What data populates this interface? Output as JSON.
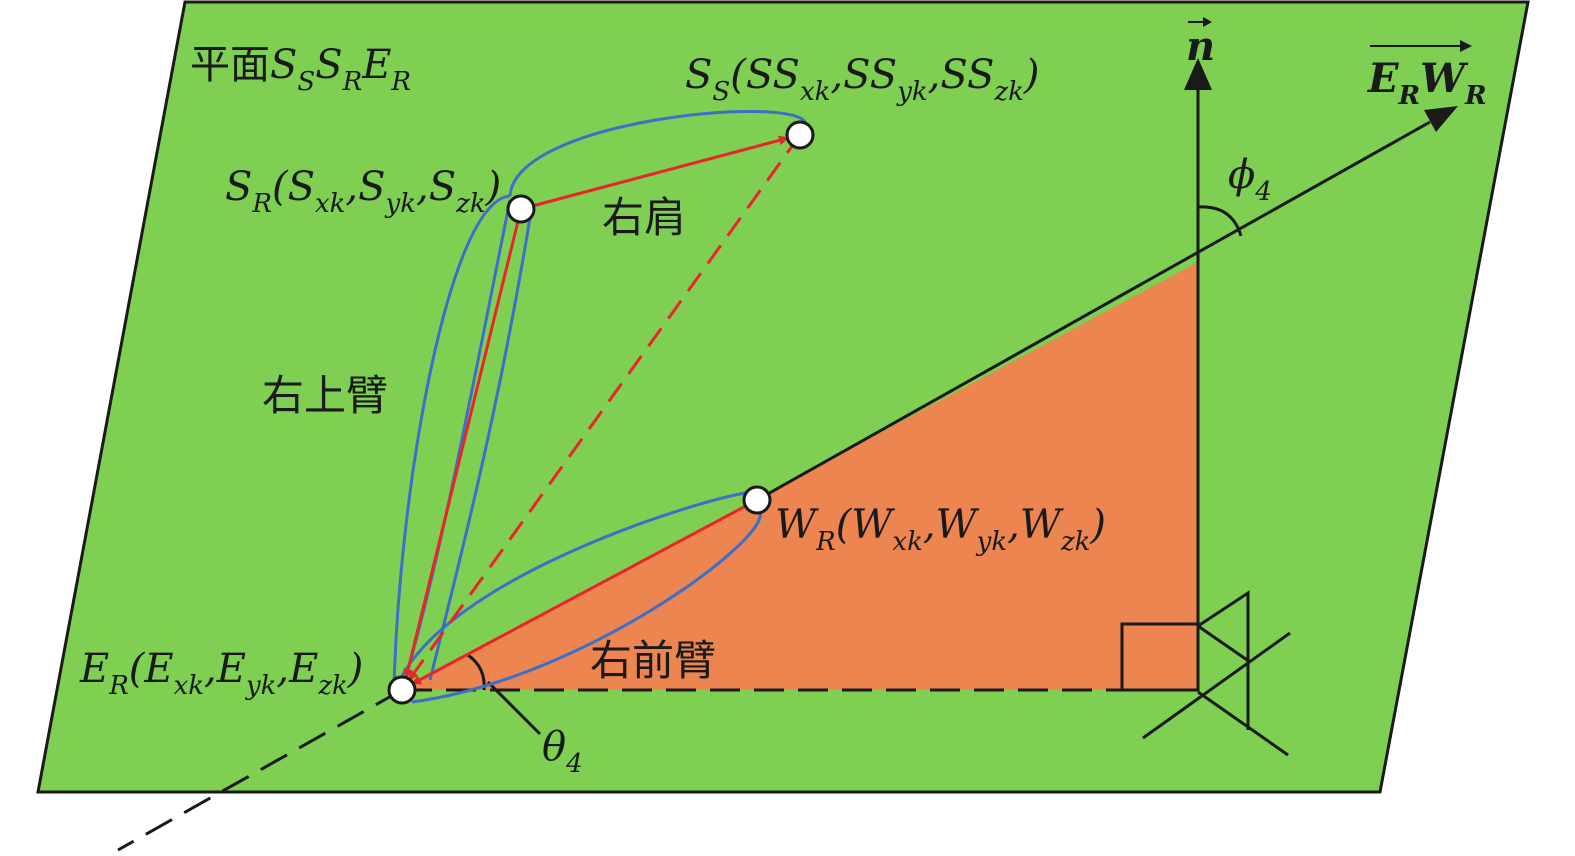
{
  "colors": {
    "plane": "#7ecf52",
    "triangle": "#ec8550",
    "red": "#e8262a",
    "blue": "#3d6fc8",
    "line": "#1a1a1a"
  },
  "labels": {
    "plane": [
      {
        "t": "平面",
        "cjk": true
      },
      {
        "t": "S"
      },
      {
        "t": "S",
        "sub": true
      },
      {
        "t": "S"
      },
      {
        "t": "R",
        "sub": true
      },
      {
        "t": "E"
      },
      {
        "t": "R",
        "sub": true
      }
    ],
    "ss": [
      {
        "t": "S"
      },
      {
        "t": "S",
        "sub": true
      },
      {
        "t": "(SS"
      },
      {
        "t": "xk",
        "sub": true
      },
      {
        "t": ",SS"
      },
      {
        "t": "yk",
        "sub": true
      },
      {
        "t": ",SS"
      },
      {
        "t": "zk",
        "sub": true
      },
      {
        "t": ")"
      }
    ],
    "sr": [
      {
        "t": "S"
      },
      {
        "t": "R",
        "sub": true
      },
      {
        "t": "(S"
      },
      {
        "t": "xk",
        "sub": true
      },
      {
        "t": ",S"
      },
      {
        "t": "yk",
        "sub": true
      },
      {
        "t": ",S"
      },
      {
        "t": "zk",
        "sub": true
      },
      {
        "t": ")"
      }
    ],
    "wr": [
      {
        "t": "W"
      },
      {
        "t": "R",
        "sub": true
      },
      {
        "t": "(W"
      },
      {
        "t": "xk",
        "sub": true
      },
      {
        "t": ",W"
      },
      {
        "t": "yk",
        "sub": true
      },
      {
        "t": ",W"
      },
      {
        "t": "zk",
        "sub": true
      },
      {
        "t": ")"
      }
    ],
    "er": [
      {
        "t": "E"
      },
      {
        "t": "R",
        "sub": true
      },
      {
        "t": "(E"
      },
      {
        "t": "xk",
        "sub": true
      },
      {
        "t": ",E"
      },
      {
        "t": "yk",
        "sub": true
      },
      {
        "t": ",E"
      },
      {
        "t": "zk",
        "sub": true
      },
      {
        "t": ")"
      }
    ],
    "n": [
      {
        "t": "n"
      }
    ],
    "erwr": [
      {
        "t": "E"
      },
      {
        "t": "R",
        "sub": true
      },
      {
        "t": "W"
      },
      {
        "t": "R",
        "sub": true
      }
    ],
    "phi": [
      {
        "t": "ϕ"
      },
      {
        "t": "4",
        "sub": true
      }
    ],
    "theta": [
      {
        "t": "θ"
      },
      {
        "t": "4",
        "sub": true
      }
    ]
  },
  "segments": {
    "shoulder": "右肩",
    "upper_arm": "右上臂",
    "forearm": "右前臂"
  }
}
